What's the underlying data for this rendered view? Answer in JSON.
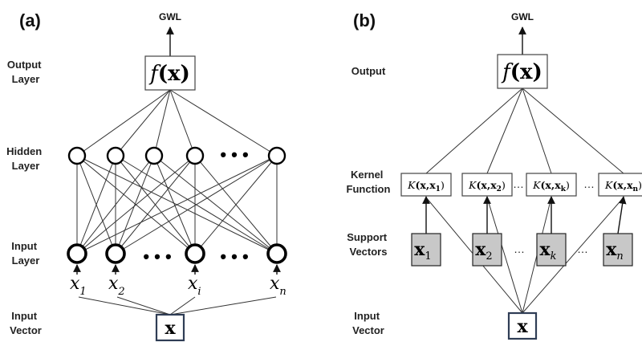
{
  "panel_a": {
    "label": "(a)",
    "output_top": "GWL",
    "rows": {
      "output": [
        "Output",
        "Layer"
      ],
      "hidden": [
        "Hidden",
        "Layer"
      ],
      "input": [
        "Input",
        "Layer"
      ],
      "vector": [
        "Input",
        "Vector"
      ]
    },
    "output_node": "f(x)",
    "hidden_ellipsis": "• • •",
    "input_ellipsis": "• • •",
    "inputs": [
      {
        "base": "x",
        "sub": "1"
      },
      {
        "base": "x",
        "sub": "2"
      },
      {
        "base": "x",
        "sub": "i"
      },
      {
        "base": "x",
        "sub": "n"
      }
    ],
    "input_vector": "x"
  },
  "panel_b": {
    "label": "(b)",
    "output_top": "GWL",
    "rows": {
      "output": [
        "Output"
      ],
      "kernel": [
        "Kernel",
        "Function"
      ],
      "support": [
        "Support",
        "Vectors"
      ],
      "vector": [
        "Input",
        "Vector"
      ]
    },
    "output_node": "f(x)",
    "kernels": [
      {
        "prefix": "K(x,x",
        "sub": "1",
        "suffix": ")"
      },
      {
        "prefix": "K(x,x",
        "sub": "2",
        "suffix": ")"
      },
      {
        "prefix": "K(x,x",
        "sub": "k",
        "suffix": ")"
      },
      {
        "prefix": "K(x,x",
        "sub": "n",
        "suffix": ")"
      }
    ],
    "kernel_ellipsis": "…",
    "support_vectors": [
      {
        "base": "x",
        "sub": "1"
      },
      {
        "base": "x",
        "sub": "2"
      },
      {
        "base": "x",
        "sub": "k"
      },
      {
        "base": "x",
        "sub": "n"
      }
    ],
    "support_ellipsis": "…",
    "input_vector": "x"
  }
}
